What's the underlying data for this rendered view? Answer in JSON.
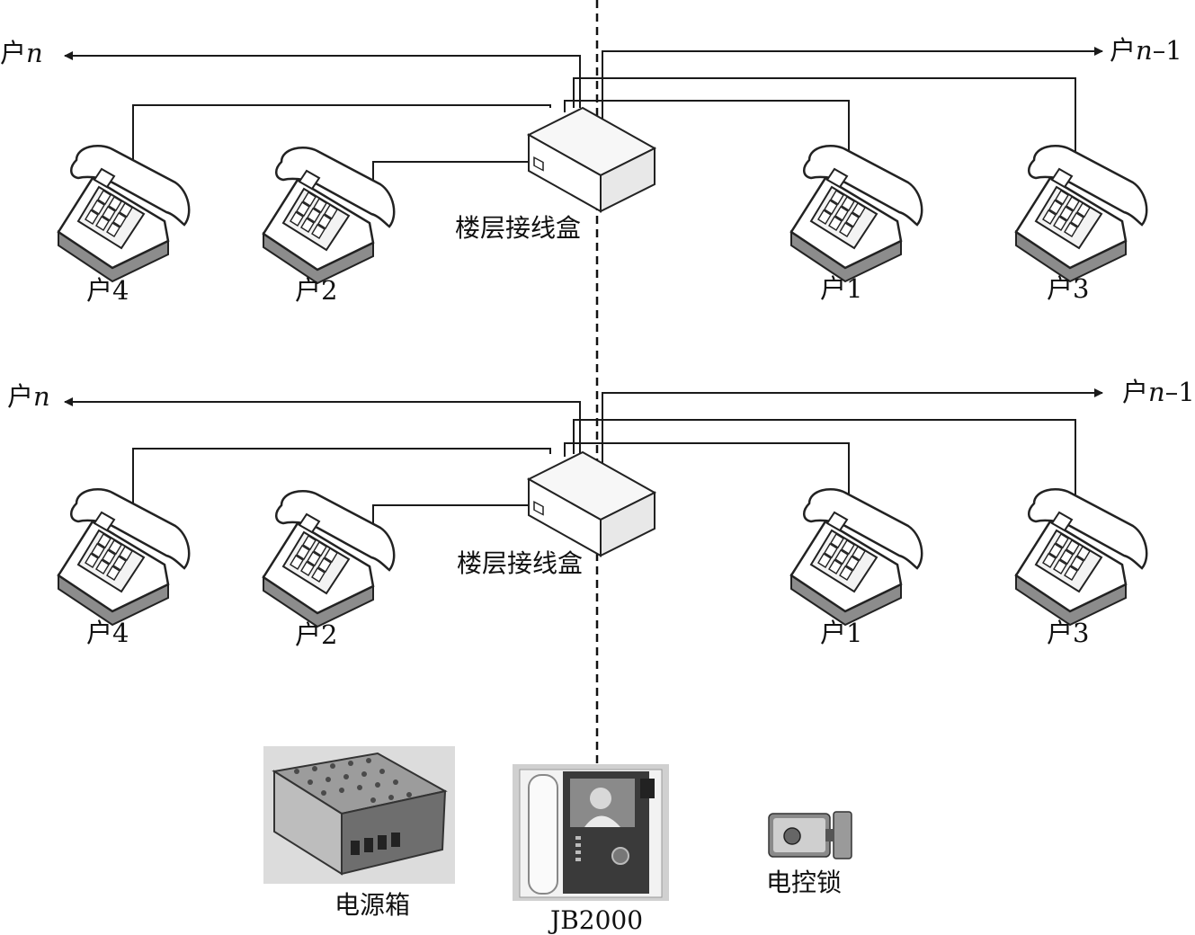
{
  "floors": [
    {
      "junction_box": "楼层接线盒",
      "left_arrow": {
        "prefix": "户",
        "var": "n",
        "suffix": ""
      },
      "right_arrow": {
        "prefix": "户",
        "var": "n",
        "suffix": "–1"
      },
      "phones": [
        "户4",
        "户2",
        "户1",
        "户3"
      ]
    },
    {
      "junction_box": "楼层接线盒",
      "left_arrow": {
        "prefix": "户",
        "var": "n",
        "suffix": ""
      },
      "right_arrow": {
        "prefix": "户",
        "var": "n",
        "suffix": "–1"
      },
      "phones": [
        "户4",
        "户2",
        "户1",
        "户3"
      ]
    }
  ],
  "devices": {
    "power_box": "电源箱",
    "main_unit": "JB2000",
    "lock": "电控锁"
  },
  "colors": {
    "line": "#1a1a1a",
    "device_fill": "#ffffff",
    "shadow": "#9a9a9a"
  }
}
